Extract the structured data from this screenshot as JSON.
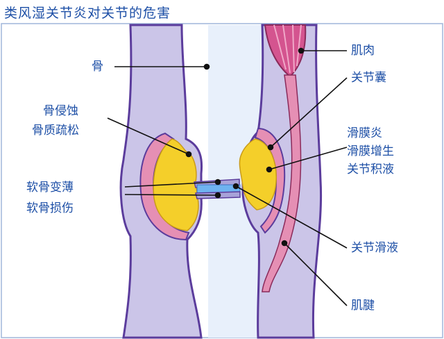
{
  "title": "类风湿关节炎对关节的危害",
  "labels": {
    "bone": "骨",
    "bone_erosion": "骨侵蚀",
    "osteoporosis": "骨质疏松",
    "cartilage_thinning": "软骨变薄",
    "cartilage_damage": "软骨损伤",
    "muscle": "肌肉",
    "joint_capsule": "关节囊",
    "synovitis": "滑膜炎",
    "synovial_hyperplasia": "滑膜增生",
    "joint_effusion": "关节积液",
    "synovial_fluid": "关节滑液",
    "tendon": "肌腱"
  },
  "colors": {
    "label": "#1d4fa6",
    "bone": "#cbc5e8",
    "bone_outline": "#5b3c9c",
    "synovium": "#f4cf2a",
    "capsule": "#e58fb4",
    "cartilage": "#6fb3f0"
  }
}
